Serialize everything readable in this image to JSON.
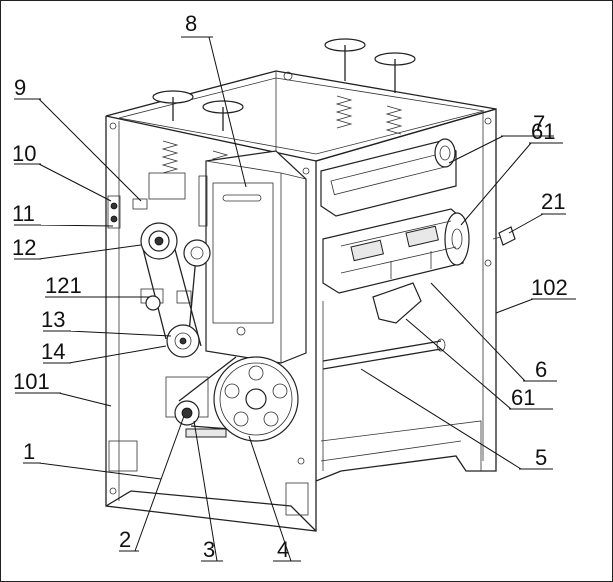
{
  "labels": {
    "l8": "8",
    "l9": "9",
    "l10": "10",
    "l11": "11",
    "l12": "12",
    "l121": "121",
    "l13": "13",
    "l14": "14",
    "l101": "101",
    "l1": "1",
    "l2": "2",
    "l3": "3",
    "l4": "4",
    "l5": "5",
    "l61a": "61",
    "l61b": "61",
    "l6": "6",
    "l102": "102",
    "l21": "21",
    "l7": "7"
  }
}
